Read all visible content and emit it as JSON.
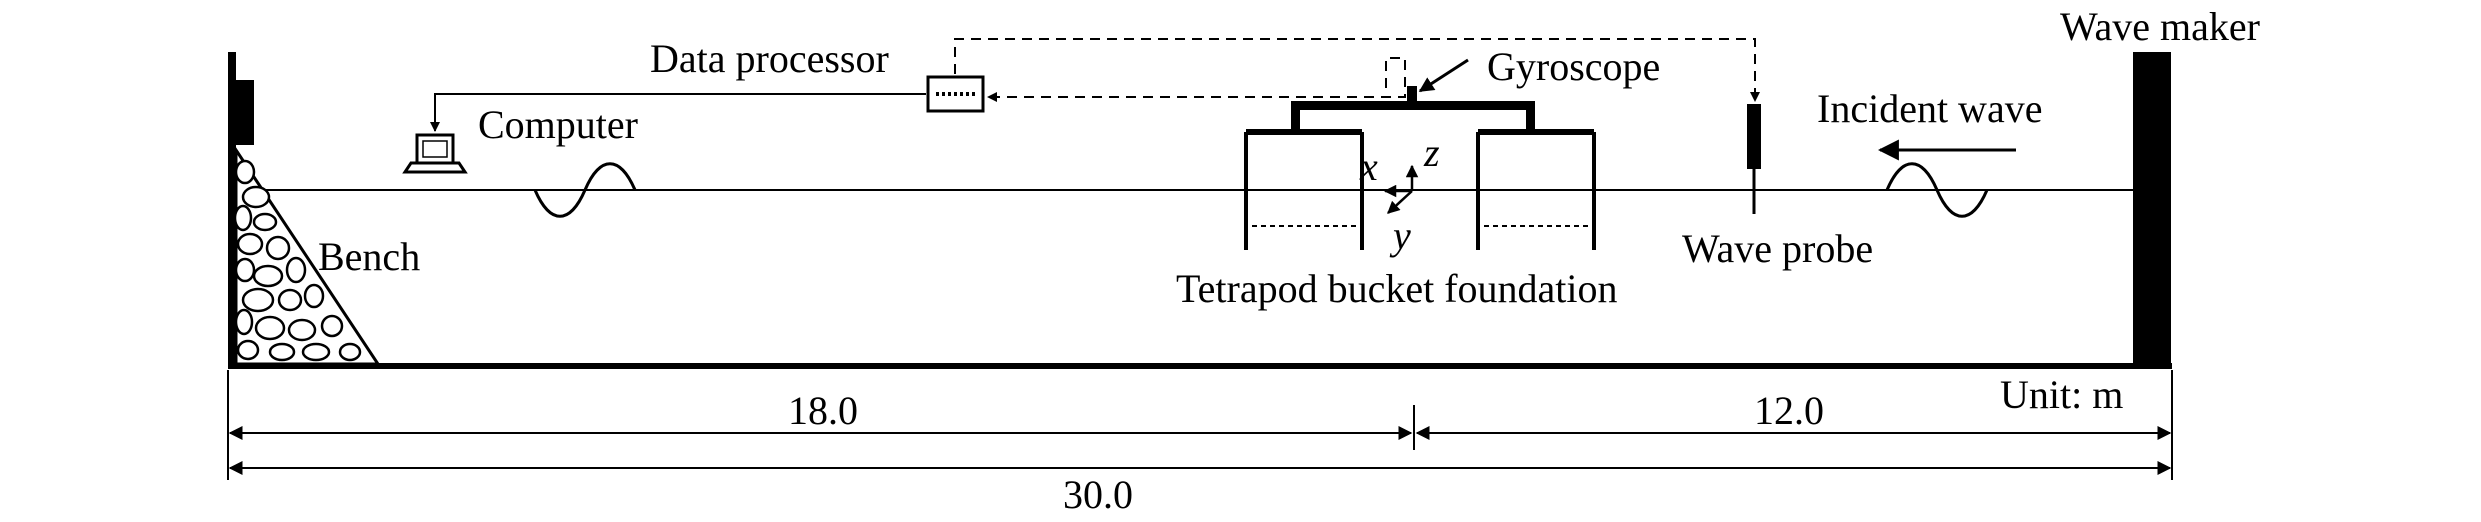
{
  "labels": {
    "wave_maker": "Wave maker",
    "data_processor": "Data processor",
    "gyroscope": "Gyroscope",
    "computer": "Computer",
    "incident_wave": "Incident wave",
    "bench": "Bench",
    "wave_probe": "Wave probe",
    "foundation": "Tetrapod bucket foundation",
    "unit": "Unit: m",
    "axis_x": "x",
    "axis_y": "y",
    "axis_z": "z"
  },
  "dimensions": {
    "left_span": "18.0",
    "right_span": "12.0",
    "total_span": "30.0"
  }
}
